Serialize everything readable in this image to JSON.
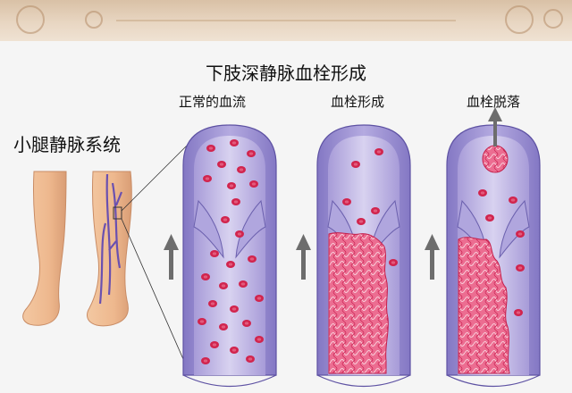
{
  "title": "下肢深静脉血栓形成",
  "leg_label": "小腿静脉系统",
  "panels": [
    {
      "label": "正常的血流"
    },
    {
      "label": "血栓形成"
    },
    {
      "label": "血栓脱落"
    }
  ],
  "colors": {
    "vessel_wall": "#9b8fd0",
    "vessel_lumen": "#cbc4ea",
    "red_cell": "#d1244d",
    "clot": "#ea5f86",
    "arrow": "#6d6d6d",
    "skin": "#eeb88e"
  }
}
